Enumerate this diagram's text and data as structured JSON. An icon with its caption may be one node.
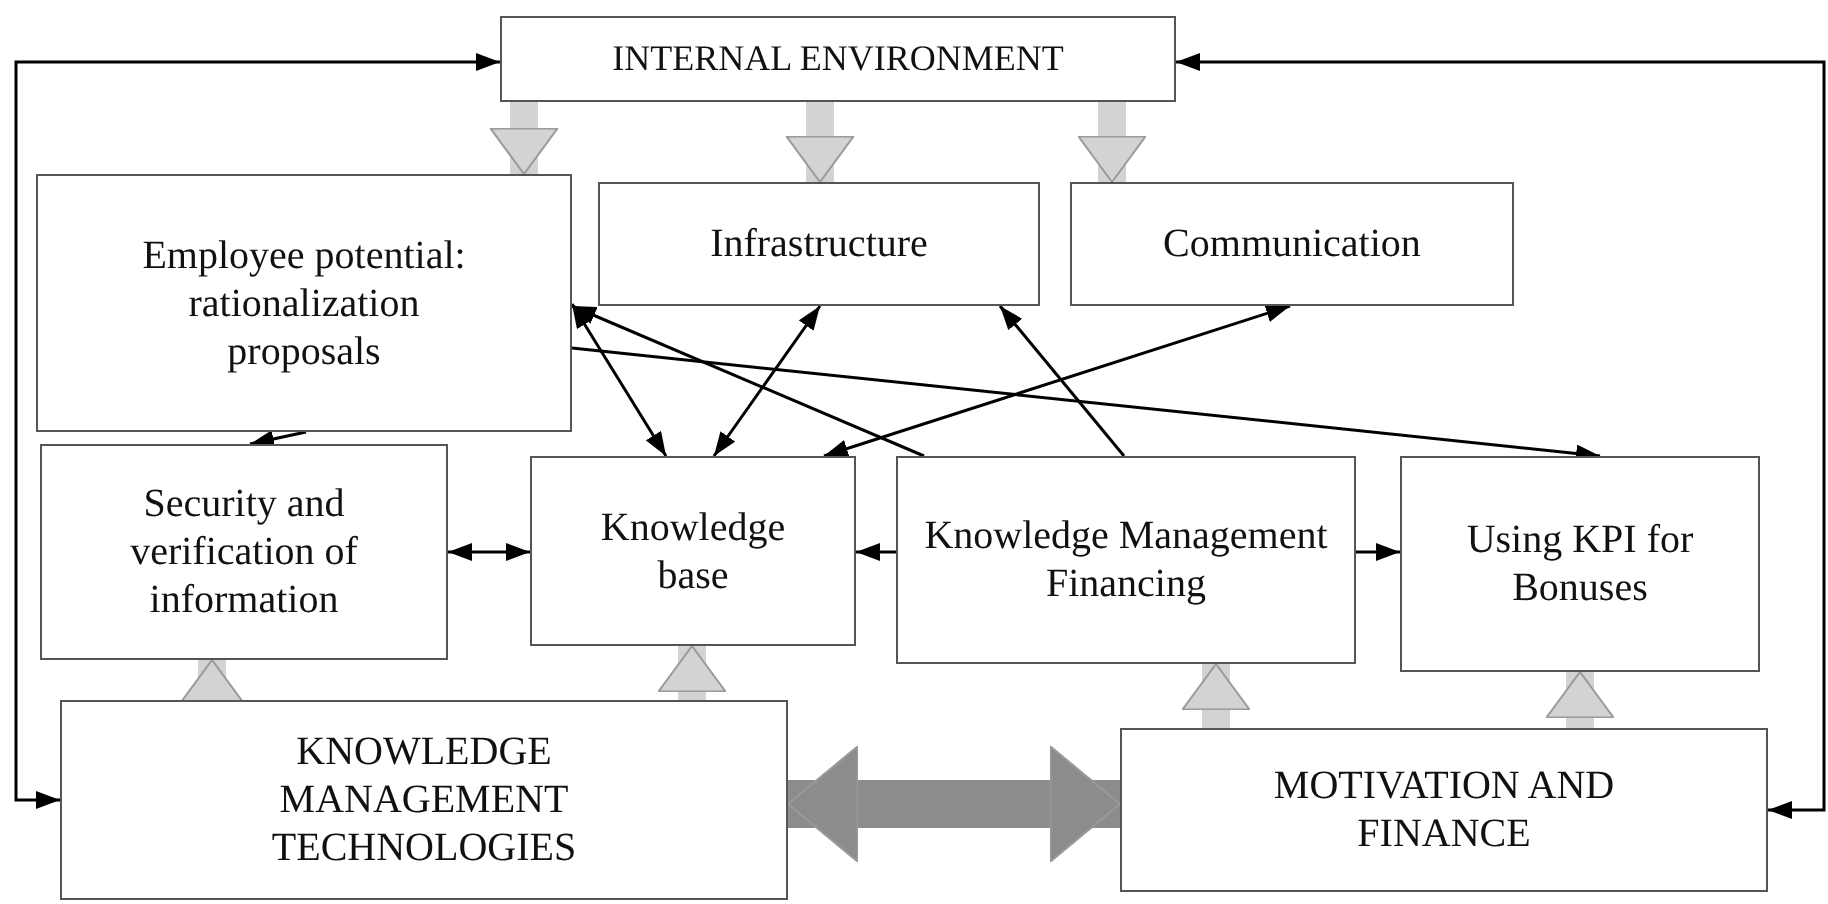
{
  "diagram": {
    "nodes": [
      {
        "text": [
          "INTERNAL ENVIRONMENT"
        ]
      },
      {
        "text": [
          "Employee potential: rationalization proposals"
        ]
      },
      {
        "text": [
          "Infrastructure"
        ]
      },
      {
        "text": [
          "Communication"
        ]
      },
      {
        "text": [
          "Security and verification of information"
        ]
      },
      {
        "text": [
          "Knowledge base"
        ]
      },
      {
        "text": [
          "Knowledge Management Financing"
        ]
      },
      {
        "text": [
          "Using KPI for Bonuses"
        ]
      },
      {
        "text": [
          "KNOWLEDGE MANAGEMENT TECHNOLOGIES"
        ]
      },
      {
        "text": [
          "MOTIVATION AND FINANCE"
        ]
      }
    ],
    "edges": [
      {
        "from": 8,
        "to": 0,
        "arrow": "both"
      },
      {
        "from": 9,
        "to": 0,
        "arrow": "both"
      },
      {
        "from": 0,
        "to": 1,
        "arrow": "to",
        "style": "thick",
        "color": "#d3d3d3"
      },
      {
        "from": 0,
        "to": 2,
        "arrow": "to",
        "style": "thick",
        "color": "#d3d3d3"
      },
      {
        "from": 0,
        "to": 3,
        "arrow": "to",
        "style": "thick",
        "color": "#d3d3d3"
      },
      {
        "from": 1,
        "to": 5,
        "arrow": "both"
      },
      {
        "from": 6,
        "to": 1,
        "arrow": "to"
      },
      {
        "from": 5,
        "to": 2,
        "arrow": "both"
      },
      {
        "from": 5,
        "to": 3,
        "arrow": "both"
      },
      {
        "from": 6,
        "to": 2,
        "arrow": "to"
      },
      {
        "from": 1,
        "to": 7,
        "arrow": "to"
      },
      {
        "from": 1,
        "to": 4,
        "arrow": "to"
      },
      {
        "from": 4,
        "to": 5,
        "arrow": "both"
      },
      {
        "from": 6,
        "to": 5,
        "arrow": "to"
      },
      {
        "from": 6,
        "to": 7,
        "arrow": "to"
      },
      {
        "from": 8,
        "to": 4,
        "arrow": "to",
        "style": "thick",
        "color": "#d3d3d3"
      },
      {
        "from": 8,
        "to": 5,
        "arrow": "to",
        "style": "thick",
        "color": "#d3d3d3"
      },
      {
        "from": 9,
        "to": 6,
        "arrow": "to",
        "style": "thick",
        "color": "#d3d3d3"
      },
      {
        "from": 9,
        "to": 7,
        "arrow": "to",
        "style": "thick",
        "color": "#d3d3d3"
      },
      {
        "from": 8,
        "to": 9,
        "arrow": "both",
        "style": "thick",
        "color": "#8c8c8c"
      }
    ]
  }
}
